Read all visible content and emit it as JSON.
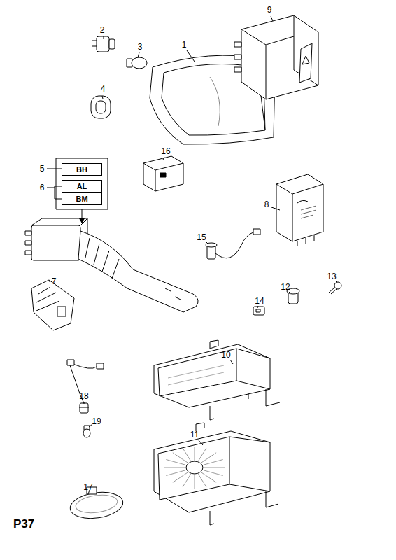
{
  "diagram": {
    "nodes": [
      {
        "text": [
          "BH"
        ]
      },
      {
        "text": [
          "AL"
        ]
      },
      {
        "text": [
          "BM"
        ]
      }
    ],
    "labels": [
      "1",
      "2",
      "3",
      "4",
      "5",
      "6",
      "7",
      "8",
      "9",
      "10",
      "11",
      "12",
      "13",
      "14",
      "15",
      "16",
      "17",
      "18",
      "19",
      "P37"
    ]
  }
}
